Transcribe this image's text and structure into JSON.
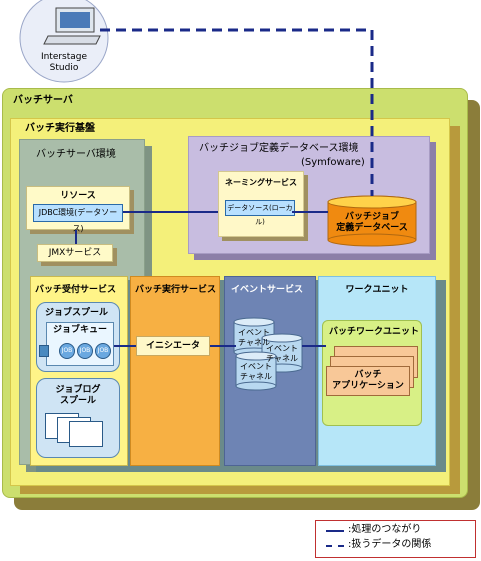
{
  "studio": {
    "line1": "Interstage",
    "line2": "Studio"
  },
  "batch_server": {
    "label": "バッチサーバ"
  },
  "batch_base": {
    "label": "バッチ実行基盤"
  },
  "server_env": {
    "label": "バッチサーバ環境"
  },
  "resource": {
    "label": "リソース",
    "jdbc": "JDBC環境(データソース)"
  },
  "jmx": {
    "label": "JMXサービス"
  },
  "db_env": {
    "label": "バッチジョブ定義データベース環境",
    "sub": "(Symfoware)"
  },
  "naming": {
    "label": "ネーミングサービス",
    "datasource": "データソース(ローカル)"
  },
  "database": {
    "line1": "バッチジョブ",
    "line2": "定義データベース"
  },
  "recv_service": {
    "label": "バッチ受付サービス",
    "job_spool": "ジョブスプール",
    "job_queue": "ジョブキュー",
    "jobs": [
      "JOB",
      "JOB",
      "JOB"
    ],
    "log_spool_1": "ジョブログ",
    "log_spool_2": "スプール"
  },
  "exec_service": {
    "label": "バッチ実行サービス",
    "initiator": "イニシエータ"
  },
  "event_service": {
    "label": "イベントサービス",
    "channels": [
      {
        "line1": "イベント",
        "line2": "チャネル"
      },
      {
        "line1": "イベント",
        "line2": "チャネル"
      },
      {
        "line1": "イベント",
        "line2": "チャネル"
      }
    ]
  },
  "work_unit": {
    "label": "ワークユニット",
    "bwu": "バッチワークユニット",
    "app_line1": "バッチ",
    "app_line2": "アプリケーション"
  },
  "legend": {
    "solid": ":処理のつながり",
    "dashed": ":扱うデータの関係"
  },
  "colors": {
    "line": "#1a2a88",
    "legend_border": "#c03030"
  }
}
